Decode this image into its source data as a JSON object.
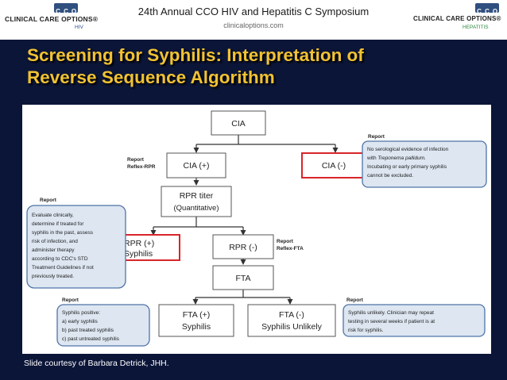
{
  "header": {
    "conference_title": "24th Annual CCO HIV and Hepatitis C Symposium",
    "url": "clinicaloptions.com",
    "logo_left": {
      "letters": [
        "C",
        "C",
        "O"
      ],
      "name": "CLINICAL CARE OPTIONS",
      "mark": "®",
      "sub": "HIV"
    },
    "logo_right": {
      "letters": [
        "C",
        "C",
        "O"
      ],
      "name": "CLINICAL CARE OPTIONS",
      "mark": "®",
      "sub": "HEPATITIS"
    }
  },
  "slide": {
    "title_line1": "Screening for Syphilis: Interpretation of",
    "title_line2": "Reverse Sequence Algorithm",
    "credit": "Slide courtesy of Barbara Detrick, JHH."
  },
  "diagram": {
    "cia": "CIA",
    "cia_pos": "CIA (+)",
    "cia_neg": "CIA (-)",
    "rpr_titer_line1": "RPR titer",
    "rpr_titer_line2": "(Quantitative)",
    "rpr_pos_line1": "RPR (+)",
    "rpr_pos_line2": "Syphilis",
    "rpr_neg": "RPR (-)",
    "fta": "FTA",
    "fta_pos_line1": "FTA (+)",
    "fta_pos_line2": "Syphilis",
    "fta_neg_line1": "FTA (-)",
    "fta_neg_line2": "Syphilis Unlikely",
    "report_reflex_rpr_line1": "Report",
    "report_reflex_rpr_line2": "Reflex-RPR",
    "report_reflex_fta_line1": "Report",
    "report_reflex_fta_line2": "Reflex-FTA",
    "notes": {
      "cia_neg": {
        "heading": "Report",
        "lines": [
          "No serological evidence of infection",
          "with ",
          "Incubating or early primary syphilis",
          "cannot be excluded."
        ],
        "italic": "Treponema pallidum."
      },
      "evaluate": {
        "heading": "Report",
        "lines": [
          "Evaluate clinically,",
          "determine if treated for",
          "syphilis in the past, assess",
          "risk of infection, and",
          "administer therapy",
          "according to CDC's STD",
          "Treatment Guidelines if not",
          "previously treated."
        ]
      },
      "positive": {
        "heading": "Report",
        "lines": [
          "Syphilis positive:",
          "a) early syphilis",
          "b) past treated syphilis",
          "c) past untreated syphilis"
        ]
      },
      "unlikely": {
        "heading": "Report",
        "lines": [
          "Syphilis unlikely.  Clinician may repeat",
          "testing in several weeks if patient is at",
          "risk for syphilis."
        ]
      }
    }
  },
  "colors": {
    "navy": "#0b1538",
    "title": "#f1c232",
    "note_fill": "#dde6f1",
    "note_border": "#4f74a8",
    "highlight": "#d9252a",
    "box_border": "#555555"
  }
}
